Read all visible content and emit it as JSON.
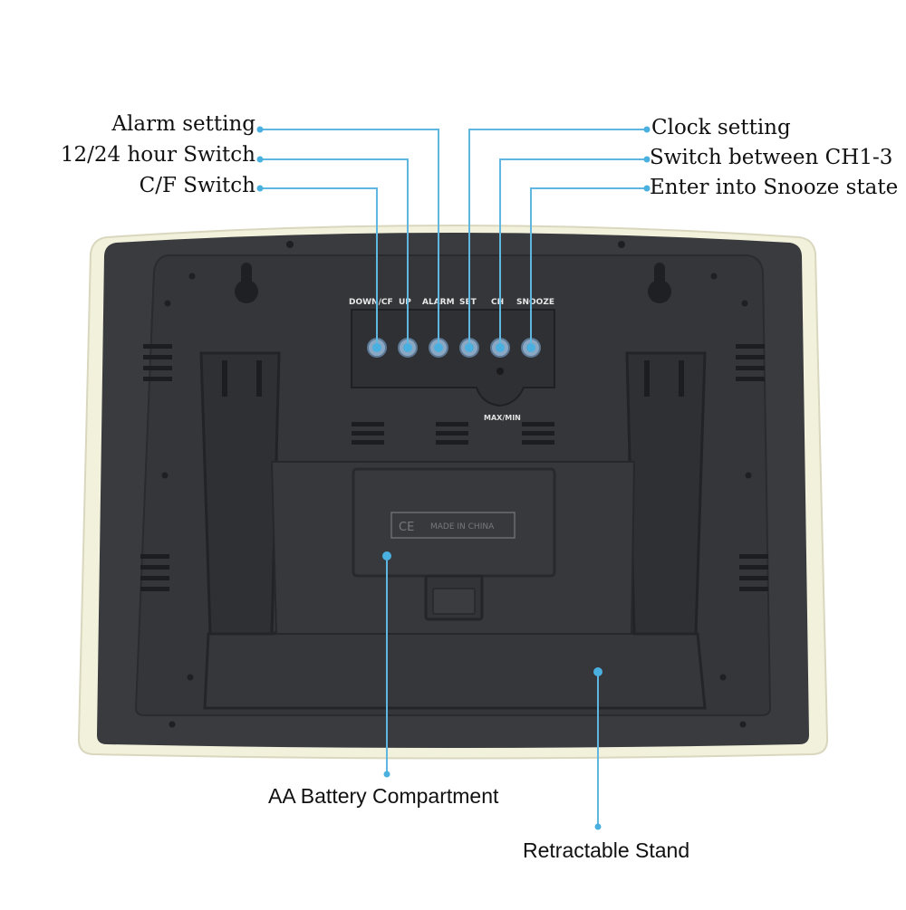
{
  "callouts": {
    "alarm_setting": "Alarm setting",
    "hour_switch": "12/24 hour Switch",
    "cf_switch": "C/F Switch",
    "clock_setting": "Clock setting",
    "switch_channel": "Switch between CH1-3",
    "snooze": "Enter into Snooze state",
    "battery": "AA Battery Compartment",
    "stand": "Retractable Stand"
  },
  "device": {
    "buttons": [
      "DOWN/CF",
      "UP",
      "ALARM",
      "SET",
      "CH",
      "SNOOZE"
    ],
    "max_min_label": "MAX/MIN",
    "battery_lid_text": "MADE IN CHINA",
    "ce_mark": "CE"
  },
  "colors": {
    "callout_line": "#5fb6e0",
    "body": "#3a3b3f",
    "frame": "#f3f2dd"
  }
}
